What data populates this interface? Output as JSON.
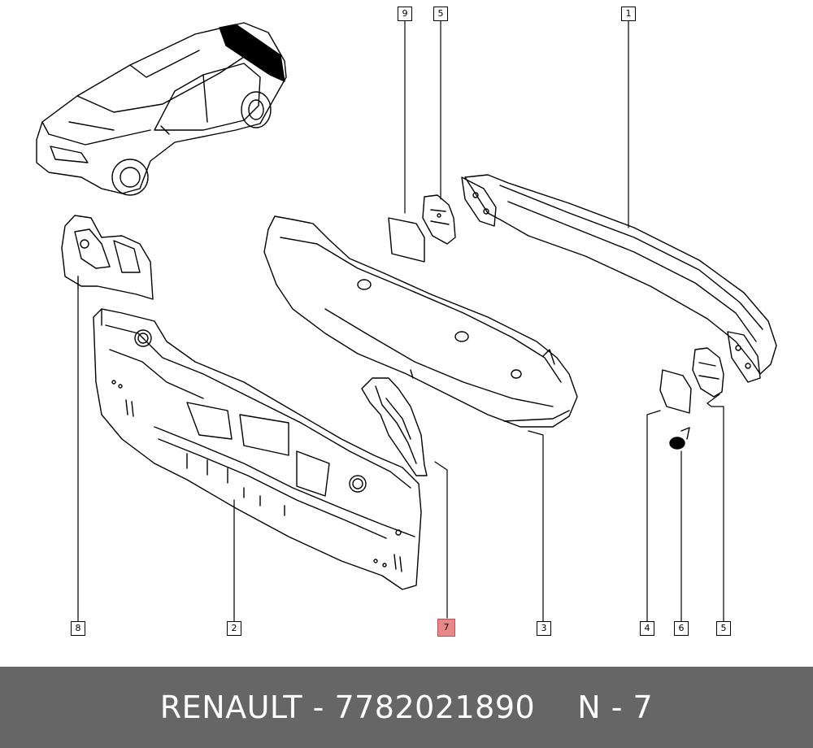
{
  "callouts": {
    "c9_top": "9",
    "c5_top": "5",
    "c1_top": "1",
    "c8": "8",
    "c2": "2",
    "c7": "7",
    "c3": "3",
    "c4": "4",
    "c6": "6",
    "c5_bottom": "5"
  },
  "highlight_color": "#e88787",
  "footer": {
    "part_text": "RENAULT - 7782021890",
    "ref_text": "N - 7"
  }
}
